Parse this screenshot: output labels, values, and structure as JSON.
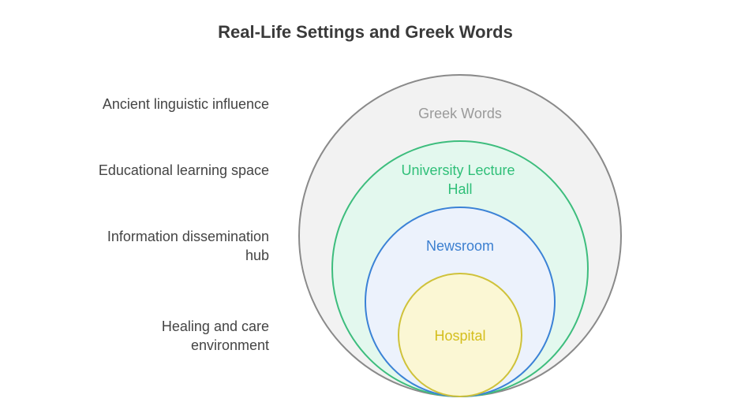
{
  "title": "Real-Life Settings and Greek Words",
  "levels": [
    {
      "label_lines": [
        "Greek Words"
      ],
      "description": "Ancient linguistic influence",
      "stroke": "#8a8a8a",
      "fill": "#f2f2f2",
      "text_color": "#9a9a9a"
    },
    {
      "label_lines": [
        "University Lecture",
        "Hall"
      ],
      "description": "Educational learning space",
      "stroke": "#3dbd7d",
      "fill": "#e3f8ee",
      "text_color": "#2fbf78"
    },
    {
      "label_lines": [
        "Newsroom"
      ],
      "description": "Information dissemination hub",
      "stroke": "#3b82d6",
      "fill": "#ecf2fc",
      "text_color": "#3b7fd0"
    },
    {
      "label_lines": [
        "Hospital"
      ],
      "description": "Healing and care environment",
      "stroke": "#cfc23a",
      "fill": "#fbf7d4",
      "text_color": "#d4be1c"
    }
  ]
}
